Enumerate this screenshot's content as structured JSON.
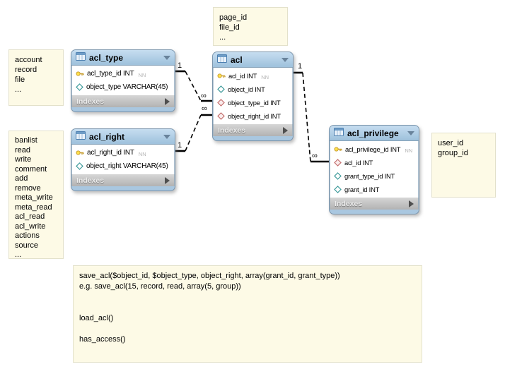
{
  "labels": {
    "nn": "NN"
  },
  "colors": {
    "canvas_bg": "#FFFFFF",
    "table_header_blue": "#AECBE5",
    "table_frame_blue": "#A9C7E0",
    "footer_gray": "#C4C4C4",
    "note_bg": "#FDFAE6",
    "note_border": "#E3E1CB",
    "pk_icon_yellow": "#FFD83E",
    "column_diamond_teal": "#3E9B9B",
    "fk_diamond_red": "#C4706F",
    "connector_black": "#000000"
  },
  "tables": [
    {
      "name": "acl_type",
      "footer": "Indexes",
      "columns": [
        {
          "icon": "primary-key",
          "text": "acl_type_id INT",
          "nn": true
        },
        {
          "icon": "column",
          "text": "object_type VARCHAR(45)",
          "nn": false
        }
      ]
    },
    {
      "name": "acl",
      "footer": "Indexes",
      "columns": [
        {
          "icon": "primary-key",
          "text": "acl_id INT",
          "nn": true
        },
        {
          "icon": "column",
          "text": "object_id INT",
          "nn": false
        },
        {
          "icon": "foreign-key",
          "text": "object_type_id INT",
          "nn": false
        },
        {
          "icon": "foreign-key",
          "text": "object_right_id INT",
          "nn": false
        }
      ]
    },
    {
      "name": "acl_right",
      "footer": "Indexes",
      "columns": [
        {
          "icon": "primary-key",
          "text": "acl_right_id INT",
          "nn": true
        },
        {
          "icon": "column",
          "text": "object_right VARCHAR(45)",
          "nn": false
        }
      ]
    },
    {
      "name": "acl_privilege",
      "footer": "Indexes",
      "columns": [
        {
          "icon": "primary-key",
          "text": "acl_privilege_id INT",
          "nn": true
        },
        {
          "icon": "foreign-key",
          "text": "acl_id INT",
          "nn": false
        },
        {
          "icon": "column",
          "text": "grant_type_id INT",
          "nn": false
        },
        {
          "icon": "column",
          "text": "grant_id INT",
          "nn": false
        }
      ]
    }
  ],
  "notes": [
    {
      "lines": [
        "page_id",
        "file_id",
        "..."
      ]
    },
    {
      "lines": [
        "account",
        "record",
        "file",
        "..."
      ]
    },
    {
      "lines": [
        "banlist",
        "read",
        "write",
        "comment",
        "add",
        "remove",
        "meta_write",
        "meta_read",
        "acl_read",
        "acl_write",
        "actions",
        "source",
        "..."
      ]
    },
    {
      "lines": [
        "user_id",
        "group_id"
      ]
    },
    {
      "lines": [
        "save_acl($object_id, $object_type, object_right, array(grant_id, grant_type))",
        "e.g. save_acl(15, record, read, array(5, group))",
        "",
        "",
        "load_acl()",
        "",
        "has_access()"
      ]
    }
  ],
  "connections": [
    {
      "from": "acl_type",
      "to": "acl",
      "from_label": "1",
      "to_label": "∞"
    },
    {
      "from": "acl_right",
      "to": "acl",
      "from_label": "1",
      "to_label": "∞"
    },
    {
      "from": "acl",
      "to": "acl_privilege",
      "from_label": "1",
      "to_label": "∞"
    }
  ]
}
